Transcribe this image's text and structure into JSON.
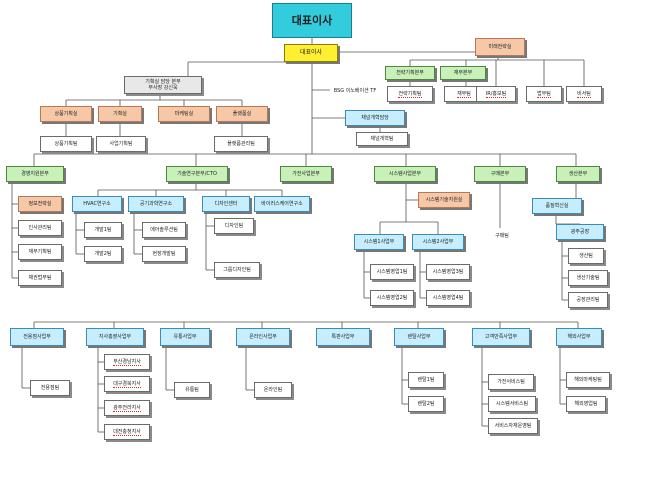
{
  "top": {
    "title": "대표이사",
    "ceo": "대표이사"
  },
  "staff": {
    "future_strategy": "미래전략실",
    "planning_head_line1": "기획실 담당 본부",
    "planning_head_line2": "부사장 강신욱",
    "bsg_tf": "BSG 이노베이션 TF",
    "channel_reform": "채널개혁담당",
    "channel_reform_team": "채널개혁팀"
  },
  "future": {
    "strategy_hq": "전략기획본부",
    "finance_hq": "재무본부",
    "strategy_team": "전략기획팀",
    "finance_team": "재무팀",
    "ir_team": "IR/홍보팀",
    "legal_team": "법무팀",
    "secretary_team": "비서팀"
  },
  "planning": {
    "product_planning": "상품기획실",
    "planning_office": "기획실",
    "marketing_office": "마케팅실",
    "platform_office": "플랫폼실",
    "product_planning_team": "상품기획팀",
    "business_planning_team": "사업기획팀",
    "platform_mgmt_team": "플랫폼관리팀"
  },
  "divisions": {
    "mgmt_support": "경영지원본부",
    "rnd_cto": "기술연구본부/CTO",
    "appliance": "가전사업본부",
    "system": "시스템사업본부",
    "purchasing": "구매본부",
    "production": "생산본부"
  },
  "mgmt": {
    "info_strategy": "정보전략실",
    "hr_team": "인사관리팀",
    "finance_planning": "재무기획팀",
    "channel_law": "채권법무팀"
  },
  "rnd": {
    "hvac_lab": "HVAC연구소",
    "air_science_lab": "공기과학연구소",
    "design_center": "디자인센터",
    "bio_lab": "바이러스케어연구소",
    "dev1": "개발1팀",
    "dev2": "개발2팀",
    "aerosol_center": "에어솔루션팀",
    "field_dev": "현장개발팀",
    "design_team": "디자인팀",
    "group_design": "그룹디자인팀"
  },
  "system": {
    "tech_support": "시스템기술지원실",
    "sys1_hq": "시스템1사업부",
    "sys2_hq": "시스템2사업부",
    "sys_sales1": "시스템영업1팀",
    "sys_sales2": "시스템영업2팀",
    "sys_sales3": "시스템영업3팀",
    "sys_sales4": "시스템영업4팀"
  },
  "purchasing": {
    "purchasing_team": "구매팀"
  },
  "production": {
    "innovation": "품질혁신실",
    "gwangju_plant": "광주공장",
    "production_team": "생산팀",
    "production_tech": "생산기술팀",
    "plant_mgmt": "공장관리팀"
  },
  "bottom": {
    "exclusive": "전용점사업부",
    "branch_sales": "지사총괄사업부",
    "distribution": "유통사업부",
    "online": "온라인사업부",
    "special": "특판사업부",
    "rental": "렌탈사업부",
    "customer_care": "고객만족사업부",
    "overseas": "해외사업부"
  },
  "bottom_teams": {
    "exclusive_team": "전용점팀",
    "branch_seoul": "부산경남지사",
    "branch_daegu": "대구경북지사",
    "branch_gwangju": "광주전라지사",
    "branch_daejeon": "대전충청지사",
    "distribution_team": "유통팀",
    "online_team": "온라인팀",
    "rental1": "렌탈1팀",
    "rental2": "렌탈2팀",
    "home_service": "가전서비스팀",
    "system_service": "시스템서비스팀",
    "service_support": "서비스자재운영팀",
    "overseas_marketing": "해외마케팅팀",
    "overseas_sales": "해외영업팀"
  }
}
